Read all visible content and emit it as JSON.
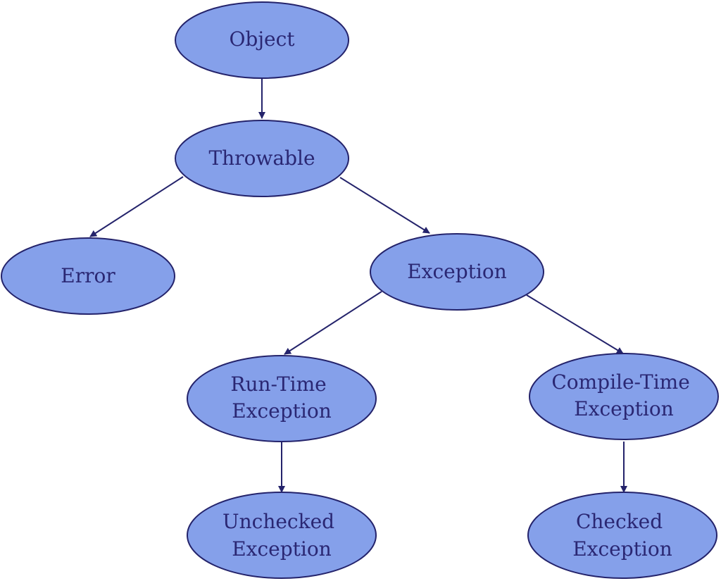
{
  "colors": {
    "node_fill": "#85a0ea",
    "node_stroke": "#24236b",
    "edge": "#24236b",
    "label": "#2a2773",
    "background": "#ffffff"
  },
  "nodes": {
    "object": {
      "lines": [
        "Object"
      ]
    },
    "throwable": {
      "lines": [
        "Throwable"
      ]
    },
    "error": {
      "lines": [
        "Error"
      ]
    },
    "exception": {
      "lines": [
        "Exception"
      ]
    },
    "runtime": {
      "lines": [
        "Run-Time",
        "Exception"
      ]
    },
    "compiletime": {
      "lines": [
        "Compile-Time",
        "Exception"
      ]
    },
    "unchecked": {
      "lines": [
        "Unchecked",
        "Exception"
      ]
    },
    "checked": {
      "lines": [
        "Checked",
        "Exception"
      ]
    }
  },
  "edges": [
    {
      "from": "object",
      "to": "throwable"
    },
    {
      "from": "throwable",
      "to": "error"
    },
    {
      "from": "throwable",
      "to": "exception"
    },
    {
      "from": "exception",
      "to": "runtime"
    },
    {
      "from": "exception",
      "to": "compiletime"
    },
    {
      "from": "runtime",
      "to": "unchecked"
    },
    {
      "from": "compiletime",
      "to": "checked"
    }
  ]
}
